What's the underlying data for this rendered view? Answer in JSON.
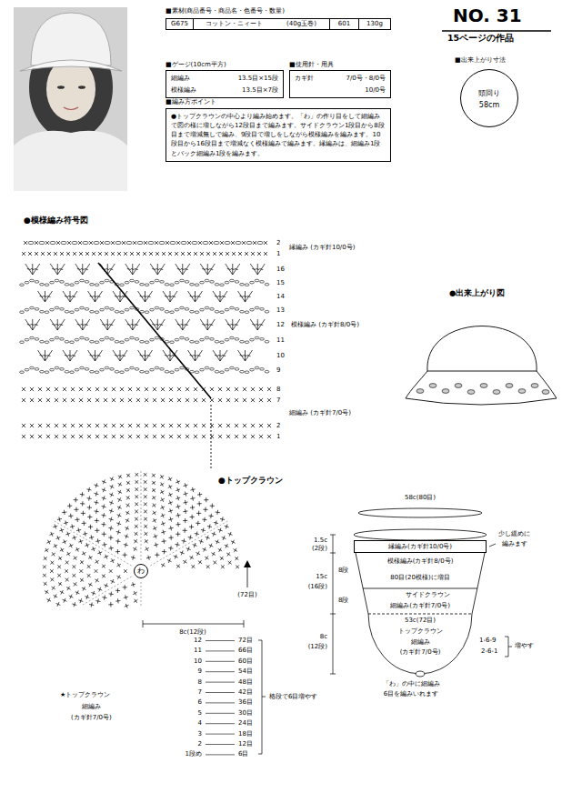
{
  "diagram": {
    "title": "NO. 31",
    "nodes": [
      {
        "text": [
          "G675",
          "コットン・ニィート",
          "(40g玉巻)",
          "601",
          "130g"
        ]
      },
      {
        "text": [
          "細編み",
          "13.5目×15段",
          "模様編み",
          "13.5目×7段"
        ]
      },
      {
        "text": [
          "カギ針",
          "7/0号・8/0号",
          "10/0号"
        ]
      },
      {
        "text": [
          "●トップクラウンの中心より編み始めます。「わ」の作り目をして細編みで図の様に増しながら12段目まで編みます。サイドクラウン1段目から8段目まで増減無しで編み、9段目で増しをしながら模様編みを編みます。10段目から16段目まで増減なく模様編みで編みます。縁編みは、細編み1段とバック細編み1段を編みます。"
        ]
      },
      {
        "text": [
          "頭回り",
          "58cm"
        ]
      },
      {
        "text": [
          "わ"
        ]
      },
      {
        "text": [
          "縁編み(カギ針10/0号)"
        ]
      }
    ],
    "labels": [
      "15ページの作品",
      "■素材(商品番号・商品名・色番号・数量)",
      "■ゲージ(10cm平方)",
      "■使用針・用具",
      "■出来上がり寸法",
      "■編み方ポイント",
      "●模様編み符号図",
      "2",
      "1",
      "縁編み (カギ針10/0号)",
      "16",
      "15",
      "14",
      "13",
      "12",
      "模様編み (カギ針8/0号)",
      "11",
      "10",
      "9",
      "8",
      "7",
      "2",
      "1",
      "細編み (カギ針7/0号)",
      "●出来上がり図",
      "●トップクラウン",
      "(72目)",
      "8c(12段)",
      "12",
      "72目",
      "11",
      "66目",
      "10",
      "60目",
      "9",
      "54目",
      "8",
      "48目",
      "7",
      "42目",
      "6",
      "36目",
      "5",
      "30目",
      "4",
      "24目",
      "3",
      "18目",
      "2",
      "12目",
      "1段め",
      "6目",
      "格段で6目増やす",
      "★トップクラウン",
      "細編み",
      "(カギ針7/0号)",
      "58c(80目)",
      "1.5c",
      "(2段)",
      "少し緩めに",
      "編みます",
      "8段",
      "15c",
      "(16段)",
      "模様編み(カギ針8/0号)",
      "80目(20模様)に増目",
      "サイドクラウン",
      "8段",
      "細編み(カギ針7/0号)",
      "53c(72目)",
      "トップクラウン",
      "8c",
      "(12段)",
      "細編み",
      "(カギ針7/0号)",
      "1-6-9",
      "2-6-1",
      "増やす",
      "「わ」の中に細編み",
      "6目を編みいれます"
    ]
  }
}
